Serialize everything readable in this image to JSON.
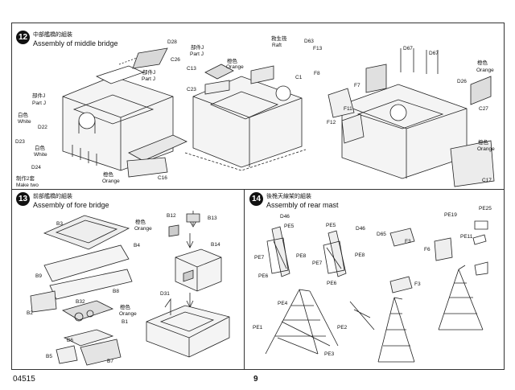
{
  "page": {
    "code": "04515",
    "number": "9"
  },
  "steps": [
    {
      "num": "12",
      "cn": "中部艦橋的組裝",
      "en": "Assembly of middle bridge"
    },
    {
      "num": "13",
      "cn": "前部艦橋的組裝",
      "en": "Assembly of fore bridge"
    },
    {
      "num": "14",
      "cn": "後桅天線架的組裝",
      "en": "Assembly of rear mast"
    }
  ],
  "labels": {
    "s12": {
      "d28": "D28",
      "c26": "C26",
      "partj_cn_a": "部件J",
      "partj_a": "Part J",
      "c13": "C13",
      "orange_cn_a": "橙色",
      "orange_a": "Orange",
      "partj_cn_b": "部件J",
      "partj_b": "Part J",
      "c23": "C23",
      "partj_cn_c": "部件J",
      "partj_c": "Part J",
      "white_cn_a": "白色",
      "white_a": "White",
      "d22": "D22",
      "d23": "D23",
      "white_cn_b": "白色",
      "white_b": "White",
      "d24": "D24",
      "make_cn": "制作2套",
      "make": "Make two",
      "orange_cn_b": "橙色",
      "orange_b": "Orange",
      "c16": "C16",
      "raft_cn": "救生筏",
      "raft": "Raft",
      "d63": "D63",
      "f13": "F13",
      "c1": "C1",
      "f8": "F8",
      "f7": "F7",
      "f11": "F11",
      "f12": "F12",
      "d67a": "D67",
      "d67b": "D67",
      "orange_cn_c": "橙色",
      "orange_c": "Orange",
      "d26": "D26",
      "c27": "C27",
      "orange_cn_d": "橙色",
      "orange_d": "Orange",
      "c17": "C17"
    },
    "s13": {
      "b3": "B3",
      "orange_cn_a": "橙色",
      "orange_a": "Orange",
      "b4": "B4",
      "b9": "B9",
      "b8": "B8",
      "b2": "B2",
      "b32": "B32",
      "orange_cn_b": "橙色",
      "orange_b": "Orange",
      "b1": "B1",
      "b6": "B6",
      "b5": "B5",
      "b7": "B7",
      "b12": "B12",
      "b13": "B13",
      "b14": "B14",
      "d31": "D31"
    },
    "s14": {
      "d46a": "D46",
      "pe5a": "PE5",
      "pe7a": "PE7",
      "pe8a": "PE8",
      "pe6a": "PE6",
      "pe5b": "PE5",
      "d46b": "D46",
      "pe7b": "PE7",
      "pe8b": "PE8",
      "pe6b": "PE6",
      "pe4": "PE4",
      "pe1": "PE1",
      "pe2": "PE2",
      "pe3": "PE3",
      "d65": "D65",
      "f3a": "F3",
      "f3b": "F3",
      "pe19": "PE19",
      "pe25": "PE25",
      "f6": "F6",
      "pe11": "PE11"
    }
  }
}
